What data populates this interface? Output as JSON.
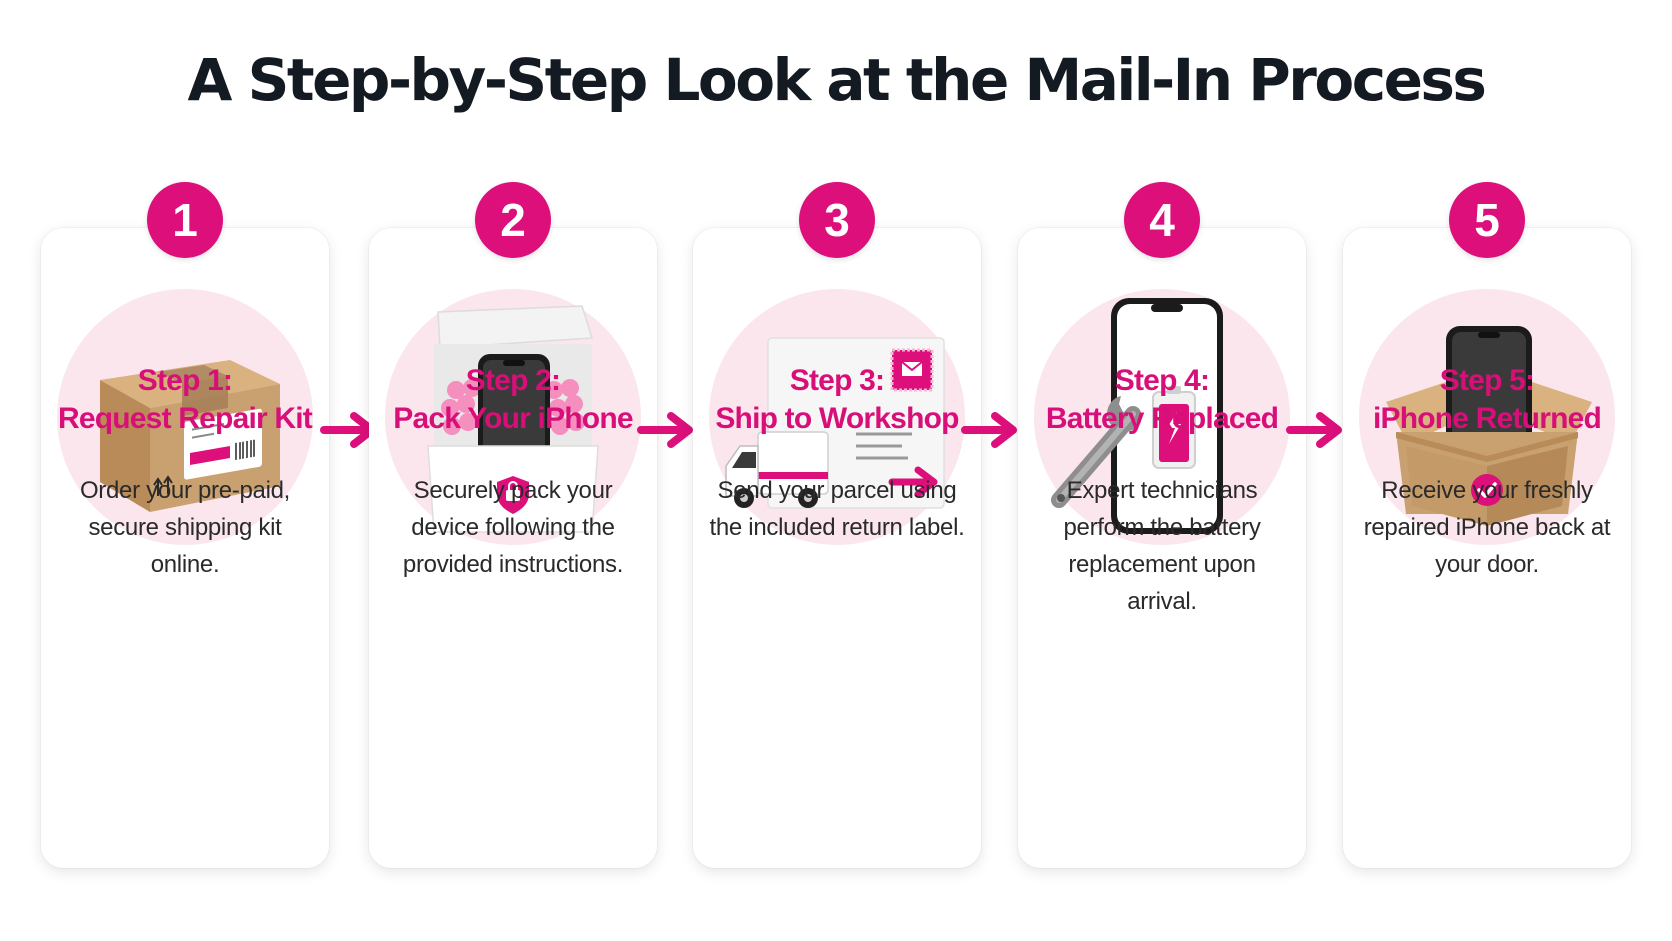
{
  "title": "A Step-by-Step Look at the Mail-In Process",
  "colors": {
    "accent": "#dc0f7b",
    "accent_text": "#d80f78",
    "halo": "#fbe6ee",
    "cardboard": "#c9a06f"
  },
  "steps": [
    {
      "number": "1",
      "heading": "Step 1:",
      "title": "Request Repair Kit",
      "description": "Order your pre-paid, secure shipping kit online.",
      "icon": "shipping-box-icon"
    },
    {
      "number": "2",
      "heading": "Step 2:",
      "title": "Pack Your iPhone",
      "description": "Securely pack your device following the provided instructions.",
      "icon": "packed-iphone-box-icon"
    },
    {
      "number": "3",
      "heading": "Step 3:",
      "title": "Ship to Workshop",
      "description": "Send your parcel using the included return label.",
      "icon": "delivery-truck-envelope-icon"
    },
    {
      "number": "4",
      "heading": "Step 4:",
      "title": "Battery Replaced",
      "description": "Expert technicians perform the battery replacement upon arrival.",
      "icon": "wrench-battery-phone-icon"
    },
    {
      "number": "5",
      "heading": "Step 5:",
      "title": "iPhone Returned",
      "description": "Receive your freshly repaired iPhone back at your door.",
      "icon": "returned-iphone-box-icon"
    }
  ]
}
